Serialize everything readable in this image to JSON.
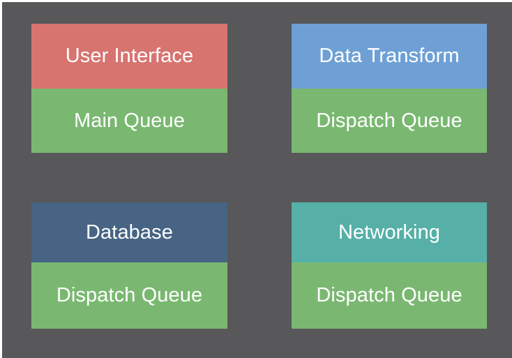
{
  "diagram": {
    "background_color": "#58585a",
    "queue_color": "#7ab871",
    "text_color": "#ffffff",
    "cards": [
      {
        "id": "user-interface",
        "header_label": "User Interface",
        "header_color": "#d77470",
        "queue_label": "Main Queue",
        "queue_color": "#7ab871"
      },
      {
        "id": "data-transform",
        "header_label": "Data Transform",
        "header_color": "#6ea0d5",
        "queue_label": "Dispatch Queue",
        "queue_color": "#7ab871"
      },
      {
        "id": "database",
        "header_label": "Database",
        "header_color": "#476484",
        "queue_label": "Dispatch Queue",
        "queue_color": "#7ab871"
      },
      {
        "id": "networking",
        "header_label": "Networking",
        "header_color": "#56b0a8",
        "queue_label": "Dispatch Queue",
        "queue_color": "#7ab871"
      }
    ]
  }
}
